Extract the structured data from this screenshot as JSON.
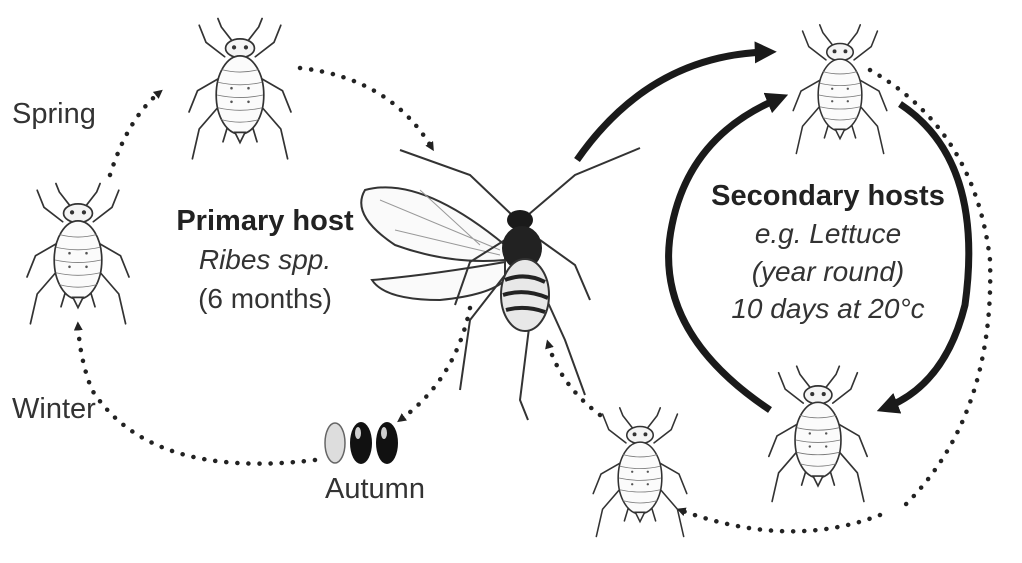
{
  "labels": {
    "spring": "Spring",
    "winter": "Winter",
    "autumn": "Autumn"
  },
  "primary_host": {
    "title": "Primary host",
    "species": "Ribes spp.",
    "duration": "(6 months)"
  },
  "secondary_hosts": {
    "title": "Secondary hosts",
    "example": "e.g. Lettuce",
    "period": "(year round)",
    "generation_time": "10 days at 20°c"
  },
  "colors": {
    "ink": "#222222",
    "dotted_arrow": "#222222",
    "solid_arrow": "#1a1a1a",
    "egg_dark": "#111111",
    "egg_light": "#dddddd"
  },
  "icons": [
    "wingless-aphid-icon",
    "winged-aphid-icon",
    "aphid-egg-icon"
  ]
}
